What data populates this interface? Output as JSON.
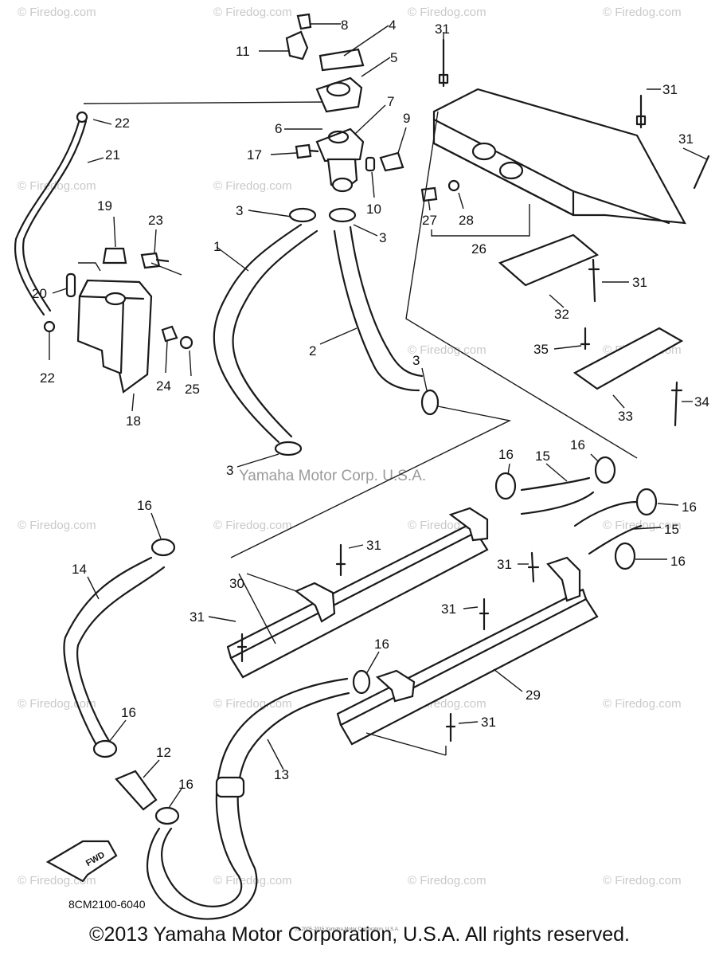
{
  "watermarks": [
    "© Firedog.com"
  ],
  "credit_line": "Yamaha Motor Corp. U.S.A.",
  "drawing_code": "8CM2100-6040",
  "fwd_label": "FWD",
  "micro_credit": "(c) 2005-2015 Yamaha Motor Corporation, U.S.A.",
  "copyright": "©2013 Yamaha Motor Corporation, U.S.A. All rights reserved.",
  "callouts": [
    "1",
    "2",
    "3",
    "4",
    "5",
    "6",
    "7",
    "8",
    "9",
    "10",
    "11",
    "12",
    "13",
    "14",
    "15",
    "16",
    "17",
    "18",
    "19",
    "20",
    "21",
    "22",
    "23",
    "24",
    "25",
    "26",
    "27",
    "28",
    "29",
    "30",
    "31",
    "32",
    "33",
    "34",
    "35"
  ]
}
